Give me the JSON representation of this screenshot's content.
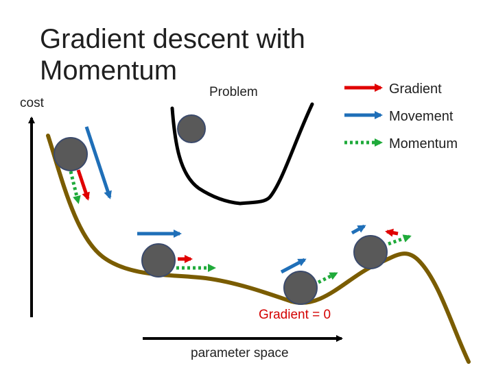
{
  "slide": {
    "title_line1": "Gradient descent with",
    "title_line2": "Momentum"
  },
  "labels": {
    "y_axis": "cost",
    "x_axis": "parameter space",
    "problem": "Problem",
    "gradient_zero": "Gradient = 0"
  },
  "legend": [
    {
      "key": "gradient",
      "label": "Gradient",
      "color": "#e00000",
      "style": "solid"
    },
    {
      "key": "movement",
      "label": "Movement",
      "color": "#1f6fb8",
      "style": "solid"
    },
    {
      "key": "momentum",
      "label": "Momentum",
      "color": "#1faa3a",
      "style": "dotted"
    }
  ],
  "colors": {
    "curve": "#7a5c00",
    "ball": "#595959",
    "ball_outline": "#3b4a6b",
    "axis": "#000000",
    "problem_curve": "#000000"
  }
}
